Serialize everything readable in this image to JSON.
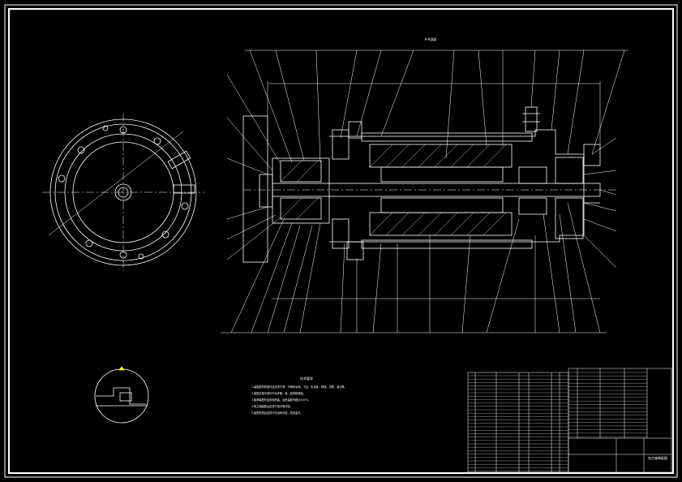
{
  "sheet": {
    "background": "#000000",
    "line_color": "#ffffff",
    "accent_color": "#ffff00"
  },
  "section_label": "A-A剖面",
  "technical_requirements": {
    "heading": "技术要求",
    "lines": [
      "1.装配前所有零件应清洗干净，不得有毛刺、飞边、氧化皮、锈蚀、切屑、油污等。",
      "2.装配过程中零件不允许磕、碰、划伤和锈蚀。",
      "3.轴承装配时应采用热装，加热温度不超过100℃。",
      "4.电主轴装配后应进行动平衡试验。",
      "5.装配完成后应进行空运转试验，检查温升。"
    ]
  },
  "title_block": {
    "drawing_title": "电主轴装配图"
  }
}
